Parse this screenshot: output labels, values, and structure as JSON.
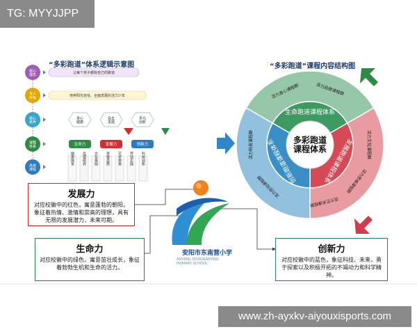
{
  "watermark_top": "TG: MYYJJPP",
  "watermark_bottom": "www.zh-ayxkv-aiyouxisports.com",
  "left_title": "“多彩跑道”体系逻辑示意图",
  "right_title": "“多彩跑道”课程内容结构图",
  "left_diagram": {
    "rows": [
      "核心\n理念",
      "育人\n目标",
      "核心\n素养",
      "课程\n体系",
      "具体\n课程"
    ],
    "row1_text": "让每个孩子都有自己的跑道",
    "row2_text": "培养阳光自信、全面发展的活力少年",
    "pillars": [
      "身心\n健康",
      "自主\n发展",
      "多元\n创新"
    ],
    "courses": [
      "生命力",
      "发展力",
      "创新力"
    ],
    "specific": [
      "健康体育",
      "品德修养",
      "文化基础",
      "思维品质",
      "艺术审美",
      "劳动实践",
      "科技创新"
    ],
    "colors": {
      "green": "#2f8a46",
      "red": "#d12f2f",
      "blue": "#2f7bbf",
      "purple": "#9d5db5"
    }
  },
  "circle": {
    "center": "多彩跑道\n课程体系",
    "inner": [
      "生命跑道课程体系",
      "发展跑道课程体系",
      "创新跑道课程体系"
    ],
    "outer_green": [
      "活力身心课程群",
      "活力品德课程群"
    ],
    "outer_red": [
      "活力文化课程群",
      "活力思维课程群",
      "活力艺术课程群"
    ],
    "outer_blue": [
      "活力劳动课程群",
      "活力科技课程群"
    ],
    "colors": {
      "green": "#3f9a62",
      "red": "#d64a55",
      "blue": "#3a8ec6"
    }
  },
  "cards": {
    "red": {
      "title": "发展力",
      "body": "对应校徽中的红色，寓意蓬勃的朝阳，象征着热情、激情和崇高的理想，具有无限的发展潜力，未来可期。"
    },
    "green": {
      "title": "生命力",
      "body": "对应校徽中的绿色，寓意茁壮成长，象征着勃勃生机和生命的活力。"
    },
    "blue": {
      "title": "创新力",
      "body": "对应校徽中的蓝色，象征科技、未来，勇于探索以及积极开拓的不竭动力和科学精神。"
    }
  },
  "logo": {
    "name": "安阳市东南营小学",
    "sub": "ANYANG DONGNANYING PRIMARY SCHOOL"
  }
}
